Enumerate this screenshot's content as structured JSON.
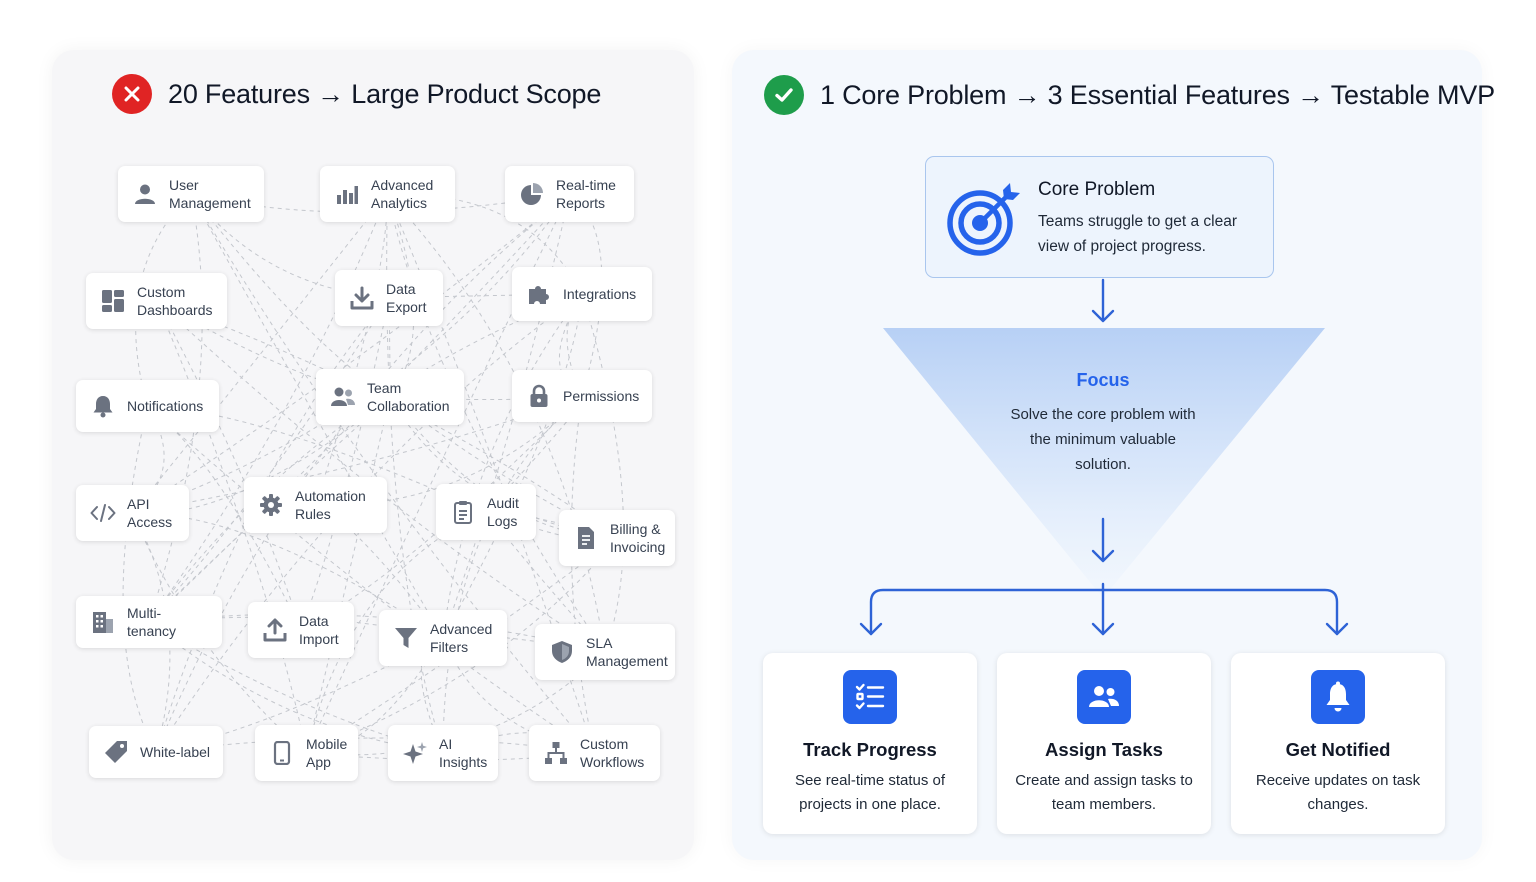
{
  "left": {
    "title": "20 Features → Large Product Scope",
    "status_icon": "x-circle-icon",
    "status_color": "#e02424",
    "features": [
      {
        "label": "User\nManagement",
        "icon": "user-icon"
      },
      {
        "label": "Advanced\nAnalytics",
        "icon": "bar-chart-icon"
      },
      {
        "label": "Real-time\nReports",
        "icon": "pie-chart-icon"
      },
      {
        "label": "Custom\nDashboards",
        "icon": "dashboard-icon"
      },
      {
        "label": "Data\nExport",
        "icon": "download-icon"
      },
      {
        "label": "Integrations",
        "icon": "puzzle-icon"
      },
      {
        "label": "Notifications",
        "icon": "bell-icon"
      },
      {
        "label": "Team\nCollaboration",
        "icon": "team-icon"
      },
      {
        "label": "Permissions",
        "icon": "lock-icon"
      },
      {
        "label": "API\nAccess",
        "icon": "code-icon"
      },
      {
        "label": "Automation\nRules",
        "icon": "gear-icon"
      },
      {
        "label": "Audit\nLogs",
        "icon": "clipboard-icon"
      },
      {
        "label": "Billing &\nInvoicing",
        "icon": "invoice-icon"
      },
      {
        "label": "Multi-tenancy",
        "icon": "building-icon"
      },
      {
        "label": "Data\nImport",
        "icon": "upload-icon"
      },
      {
        "label": "Advanced\nFilters",
        "icon": "filter-icon"
      },
      {
        "label": "SLA\nManagement",
        "icon": "shield-icon"
      },
      {
        "label": "White-label",
        "icon": "tag-icon"
      },
      {
        "label": "Mobile\nApp",
        "icon": "phone-icon"
      },
      {
        "label": "AI\nInsights",
        "icon": "sparkle-icon"
      },
      {
        "label": "Custom\nWorkflows",
        "icon": "workflow-icon"
      }
    ]
  },
  "right": {
    "title": "1 Core Problem → 3 Essential Features → Testable MVP",
    "status_icon": "check-circle-icon",
    "status_color": "#1e9d4b",
    "core": {
      "title": "Core Problem",
      "text": "Teams struggle to get a clear view of project progress.",
      "icon": "target-icon"
    },
    "focus": {
      "title": "Focus",
      "text": "Solve the core problem with the minimum valuable solution."
    },
    "essentials": [
      {
        "title": "Track Progress",
        "text": "See real-time status of projects in one place.",
        "icon": "checklist-icon"
      },
      {
        "title": "Assign Tasks",
        "text": "Create and assign tasks to team members.",
        "icon": "team-icon"
      },
      {
        "title": "Get Notified",
        "text": "Receive updates on task changes.",
        "icon": "bell-icon"
      }
    ],
    "accent_color": "#2563eb"
  }
}
